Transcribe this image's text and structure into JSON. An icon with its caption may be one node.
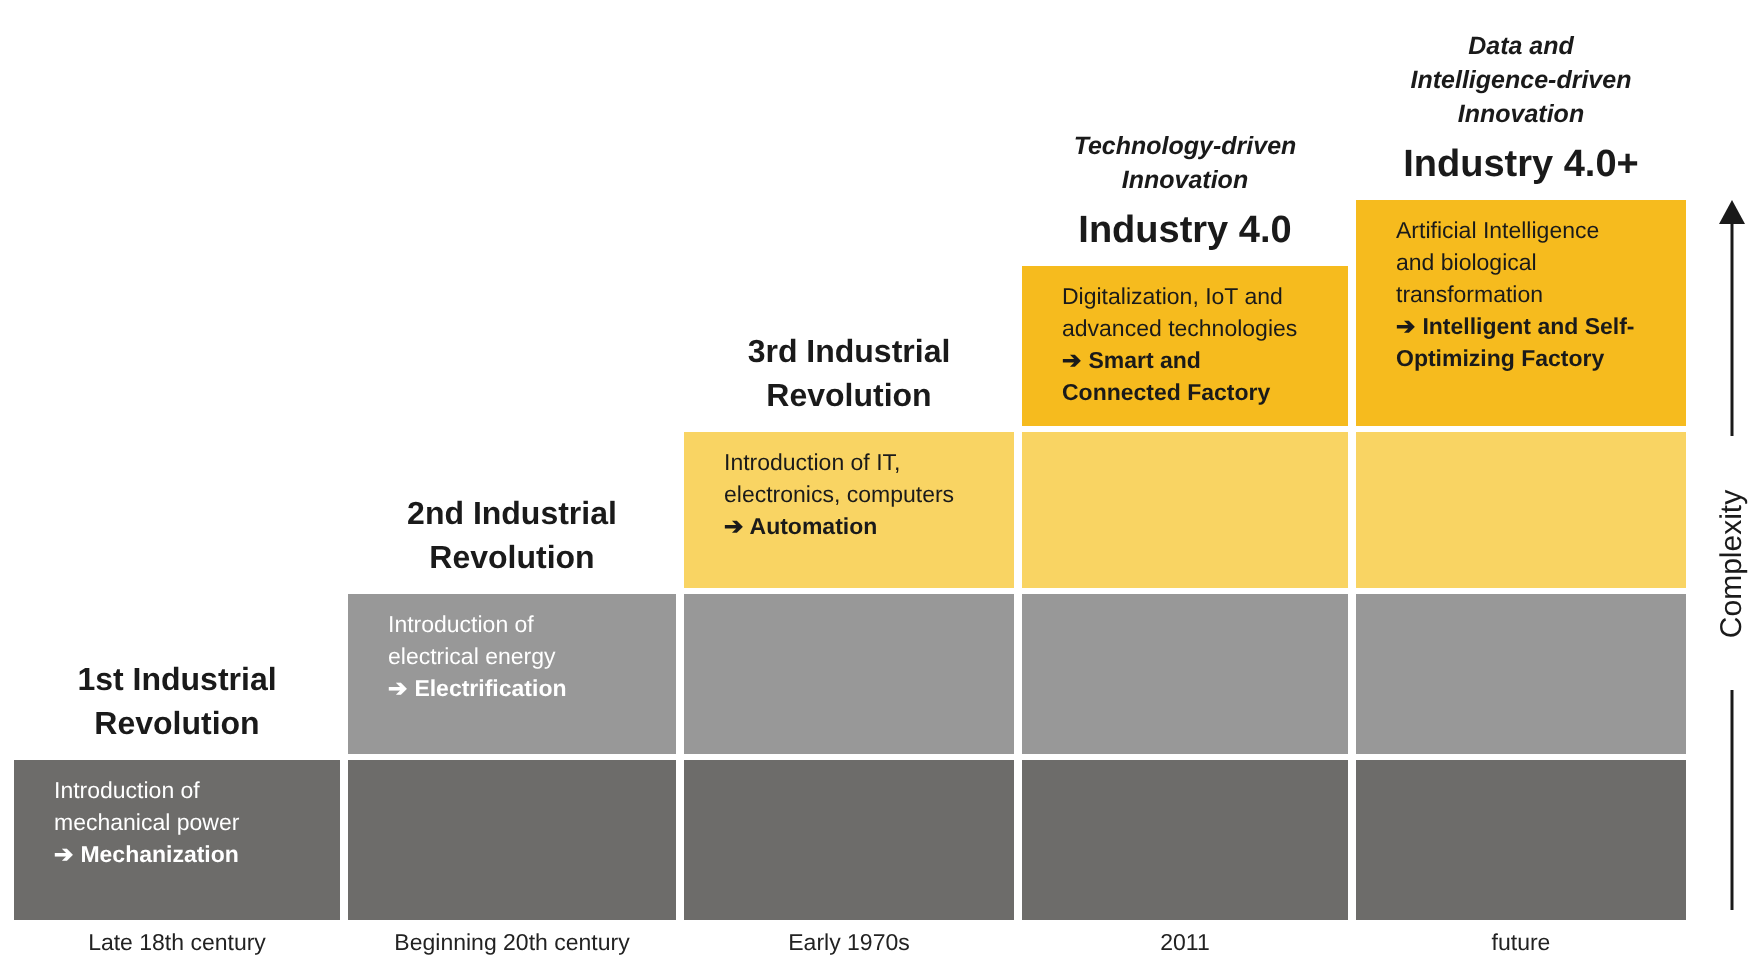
{
  "diagram": {
    "nodes": [
      {
        "text": [
          "1st Industrial Revolution",
          "Introduction of mechanical power",
          "➔ Mechanization"
        ]
      },
      {
        "text": [
          "2nd Industrial Revolution",
          "Introduction of electrical energy",
          "➔ Electrification"
        ]
      },
      {
        "text": [
          "3rd Industrial Revolution",
          "Introduction of IT, electronics, computers",
          "➔ Automation"
        ]
      },
      {
        "text": [
          "Technology-driven Innovation",
          "Industry 4.0",
          "Digitalization, IoT and advanced technologies",
          "➔ Smart and Connected Factory"
        ]
      },
      {
        "text": [
          "Data and Intelligence-driven Innovation",
          "Industry 4.0+",
          "Artificial Intelligence and biological transformation",
          "➔ Intelligent and Self-Optimizing Factory"
        ]
      },
      {
        "text": [],
        "shape": "box"
      },
      {
        "text": [],
        "shape": "box"
      },
      {
        "text": [],
        "shape": "box"
      },
      {
        "text": [],
        "shape": "box"
      },
      {
        "text": [],
        "shape": "box"
      },
      {
        "text": [],
        "shape": "box"
      },
      {
        "text": [],
        "shape": "box"
      },
      {
        "text": [],
        "shape": "box"
      },
      {
        "text": [],
        "shape": "box"
      }
    ],
    "labels": [
      "Complexity",
      "Late 18th century",
      "Beginning 20th century",
      "Early 1970s",
      "2011",
      "future"
    ]
  }
}
